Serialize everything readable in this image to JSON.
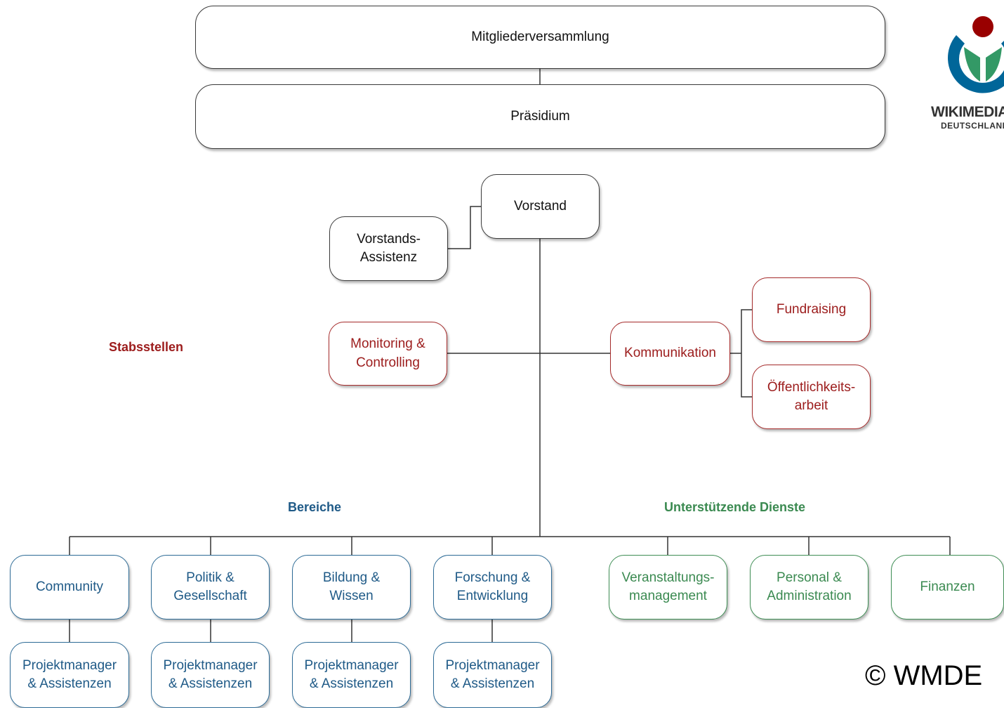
{
  "governance": {
    "assembly": "Mitgliederversammlung",
    "presidium": "Präsidium"
  },
  "executive": {
    "board": "Vorstand",
    "board_assistant": "Vorstands-\nAssistenz"
  },
  "staff": {
    "label": "Stabsstellen",
    "monitoring": "Monitoring &\nControlling",
    "communication": "Kommunikation",
    "fundraising": "Fundraising",
    "public_relations": "Öffentlichkeits-\narbeit"
  },
  "areas": {
    "label": "Bereiche",
    "community": "Community",
    "politics": "Politik &\nGesellschaft",
    "education": "Bildung &\nWissen",
    "research": "Forschung &\nEntwicklung",
    "project_managers": "Projektmanager\n& Assistenzen"
  },
  "support": {
    "label": "Unterstützende Dienste",
    "events": "Veranstaltungs-\nmanagement",
    "personnel": "Personal &\nAdministration",
    "finance": "Finanzen"
  },
  "logo": {
    "name": "WIKIMEDIA",
    "sub": "DEUTSCHLAND",
    "colors": {
      "red": "#990000",
      "green": "#339966",
      "blue": "#006699"
    }
  },
  "copyright": "© WMDE",
  "colors": {
    "staff": "#9c1c1c",
    "areas": "#1f5a87",
    "support": "#3b8a51",
    "lines": "#333333"
  }
}
